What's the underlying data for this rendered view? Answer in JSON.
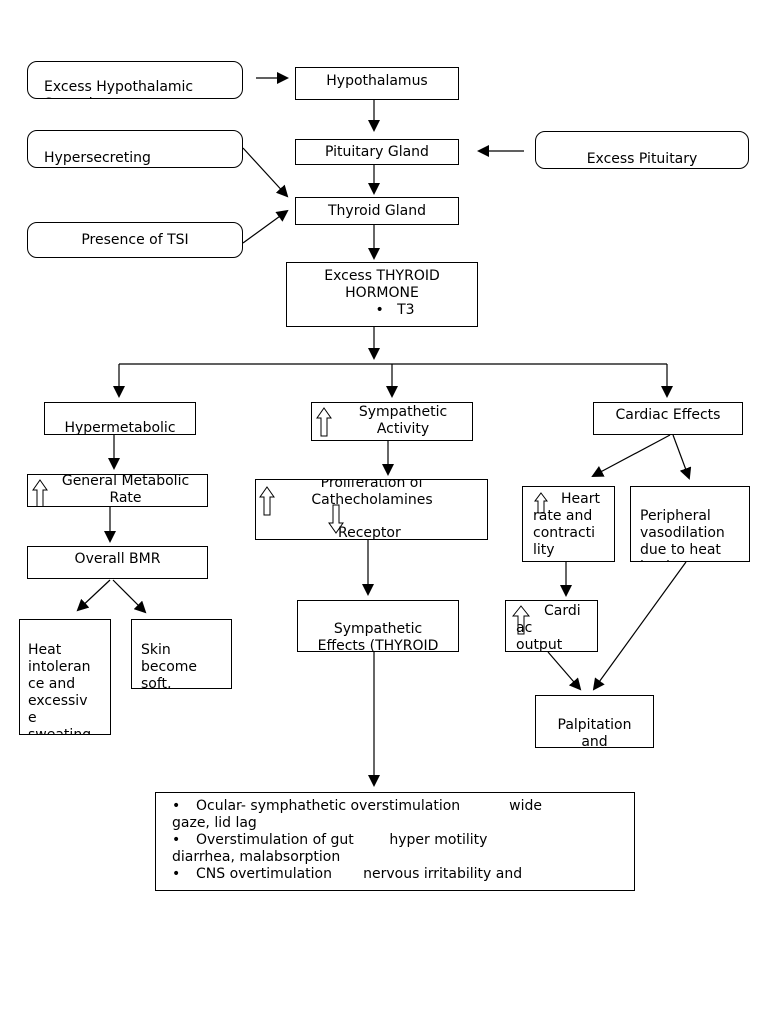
{
  "nodes": {
    "excess_hypothalamic": "Excess Hypothalamic\nSecretion",
    "hypothalamus": "Hypothalamus",
    "hypersecreting_tumor": "Hypersecreting\nThyroid Tumor",
    "pituitary_gland": "Pituitary Gland",
    "excess_pituitary": "Excess Pituitary\nSecretion",
    "thyroid_gland": "Thyroid Gland",
    "presence_tsi": "Presence of TSI",
    "excess_hormone": "Excess THYROID\nHORMONE",
    "excess_hormone_bullet": "T3",
    "hypermetabolic": "Hypermetabolic\nState",
    "sympathetic_activity": "Sympathetic\nActivity",
    "cardiac_effects": "Cardiac Effects",
    "general_metabolic": "General Metabolic\nRate",
    "proliferation": "Proliferation of\nCathecholamines",
    "receptor": "Receptor",
    "heart_rate": "Heart\nrate and\ncontracti\nlity",
    "peripheral": "Peripheral\nvasodilation\ndue to heat\nload",
    "overall_bmr": "Overall BMR",
    "sympathetic_effects": "Sympathetic\nEffects (THYROID\nSTORM)",
    "cardi": "Cardi\nac\noutput",
    "heat_intolerance": "Heat\nintoleran\nce and\nexcessiv\ne\nsweating",
    "skin": "Skin\nbecome\nsoft,\nwarm",
    "palpitation": "Palpitation\nand\nTachycardia"
  },
  "effects_list": [
    "Ocular- symphathetic overstimulation           wide",
    "Overstimulation of gut        hyper motility",
    "CNS overtimulation       nervous irritability and"
  ],
  "effects_continuations": [
    "gaze, lid lag",
    "diarrhea, malabsorption"
  ]
}
